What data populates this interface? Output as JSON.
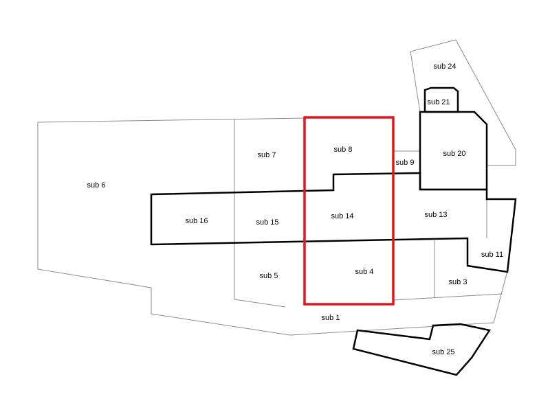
{
  "map": {
    "colors": {
      "background": "#ffffff",
      "thin_boundary": "#8a8a8a",
      "thick_boundary": "#000000",
      "highlight": "#e8141c",
      "label": "#000000"
    },
    "highlighted_parcels": [
      "sub 8",
      "sub 14",
      "sub 4"
    ],
    "parcels": {
      "sub24": "sub 24",
      "sub21": "sub 21",
      "sub20": "sub 20",
      "sub9": "sub 9",
      "sub8": "sub 8",
      "sub7": "sub 7",
      "sub6": "sub 6",
      "sub16": "sub 16",
      "sub15": "sub 15",
      "sub14": "sub 14",
      "sub13": "sub 13",
      "sub11": "sub 11",
      "sub5": "sub 5",
      "sub4": "sub 4",
      "sub3": "sub 3",
      "sub1": "sub 1",
      "sub25": "sub 25"
    }
  }
}
